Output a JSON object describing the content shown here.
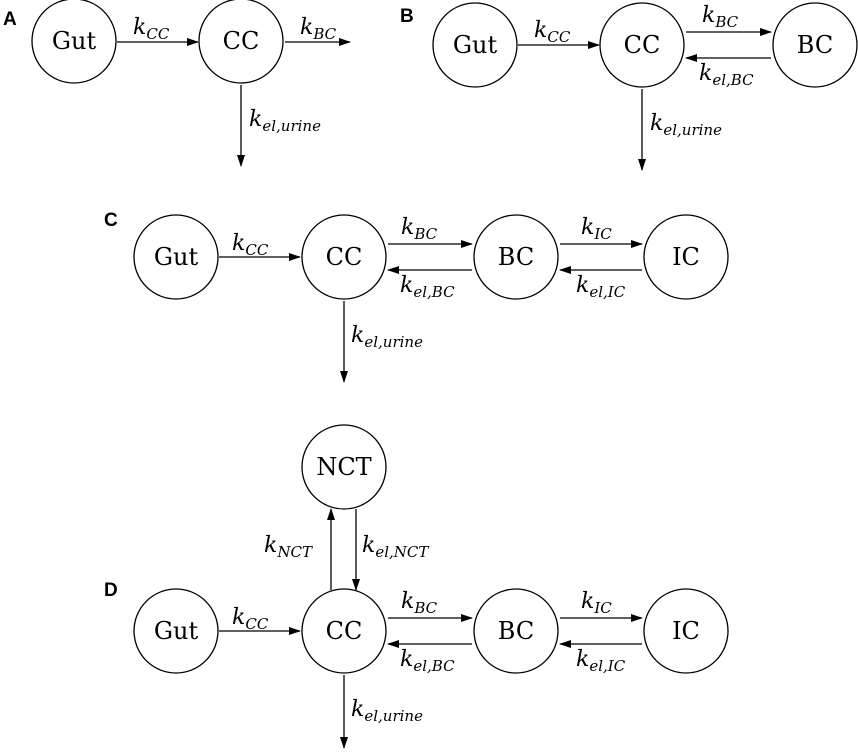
{
  "panels": {
    "A": {
      "letter": "A",
      "nodes": [
        "Gut",
        "CC"
      ],
      "rates": {
        "k_cc": {
          "base": "k",
          "sub": "CC"
        },
        "k_bc": {
          "base": "k",
          "sub": "BC"
        },
        "k_urine": {
          "base": "k",
          "sub": "el,urine"
        }
      }
    },
    "B": {
      "letter": "B",
      "nodes": [
        "Gut",
        "CC",
        "BC"
      ],
      "rates": {
        "k_cc": {
          "base": "k",
          "sub": "CC"
        },
        "k_bc": {
          "base": "k",
          "sub": "BC"
        },
        "k_el_bc": {
          "base": "k",
          "sub": "el,BC"
        },
        "k_urine": {
          "base": "k",
          "sub": "el,urine"
        }
      }
    },
    "C": {
      "letter": "C",
      "nodes": [
        "Gut",
        "CC",
        "BC",
        "IC"
      ],
      "rates": {
        "k_cc": {
          "base": "k",
          "sub": "CC"
        },
        "k_bc": {
          "base": "k",
          "sub": "BC"
        },
        "k_el_bc": {
          "base": "k",
          "sub": "el,BC"
        },
        "k_ic": {
          "base": "k",
          "sub": "IC"
        },
        "k_el_ic": {
          "base": "k",
          "sub": "el,IC"
        },
        "k_urine": {
          "base": "k",
          "sub": "el,urine"
        }
      }
    },
    "D": {
      "letter": "D",
      "nodes": [
        "NCT",
        "Gut",
        "CC",
        "BC",
        "IC"
      ],
      "rates": {
        "k_nct": {
          "base": "k",
          "sub": "NCT"
        },
        "k_el_nct": {
          "base": "k",
          "sub": "el,NCT"
        },
        "k_cc": {
          "base": "k",
          "sub": "CC"
        },
        "k_bc": {
          "base": "k",
          "sub": "BC"
        },
        "k_el_bc": {
          "base": "k",
          "sub": "el,BC"
        },
        "k_ic": {
          "base": "k",
          "sub": "IC"
        },
        "k_el_ic": {
          "base": "k",
          "sub": "el,IC"
        },
        "k_urine": {
          "base": "k",
          "sub": "el,urine"
        }
      }
    }
  }
}
